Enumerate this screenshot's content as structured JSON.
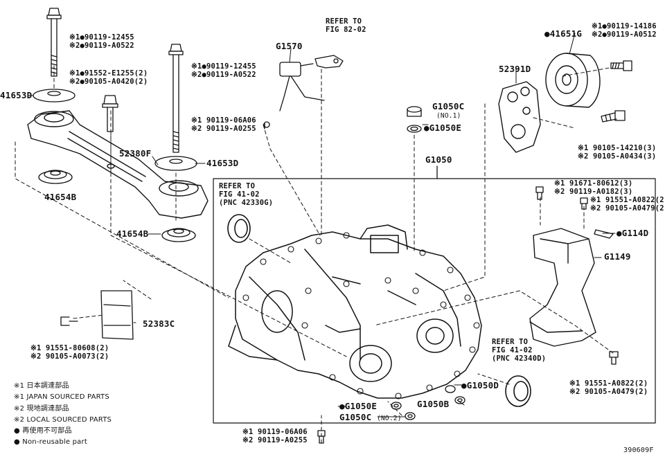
{
  "refs": {
    "r82": [
      "REFER TO",
      "FIG 82-02"
    ],
    "r41a": [
      "REFER TO",
      "FIG 41-02",
      "(PNC 42330G)"
    ],
    "r41b": [
      "REFER TO",
      "FIG 41-02",
      "(PNC 42340D)"
    ]
  },
  "bolts": {
    "b1": [
      "※1●90119-12455",
      "※2●90119-A0522"
    ],
    "b2": [
      "※1●91552-E1255(2)",
      "※2●90105-A0420(2)"
    ],
    "b3": [
      "※1●90119-12455",
      "※2●90119-A0522"
    ],
    "b4": [
      "※1 90119-06A06",
      "※2 90119-A0255"
    ],
    "b5": [
      "※1●90119-14186",
      "※2●90119-A0512"
    ],
    "b6": [
      "※1 90105-14210(3)",
      "※2 90105-A0434(3)"
    ],
    "b7": [
      "※1 91671-80612(3)",
      "※2 90119-A0182(3)"
    ],
    "b8": [
      "※1 91551-A0822(2)",
      "※2 90105-A0479(2)"
    ],
    "b9": [
      "※1 91551-80608(2)",
      "※2 90105-A0073(2)"
    ],
    "b10": [
      "※1 91551-A0822(2)",
      "※2 90105-A0479(2)"
    ],
    "b11": [
      "※1 90119-06A06",
      "※2 90119-A0255"
    ]
  },
  "parts": {
    "p41653D_top": "41653D",
    "p41653D_mid": "41653D",
    "p41654B_left": "41654B",
    "p41654B_mid": "41654B",
    "p52380F": "52380F",
    "p52383C": "52383C",
    "pG1570": "G1570",
    "p52391D": "52391D",
    "p41651G": "41651G",
    "pG1050C": "G1050C",
    "pG1050C_note": "(NO.1)",
    "pG1050E": "G1050E",
    "pG1050": "G1050",
    "pG114D": "G114D",
    "pG1149": "G1149",
    "pG1050D": "G1050D",
    "pG1050E_b": "G1050E",
    "pG1050B": "G1050B",
    "pG1050C_b": "G1050C",
    "pG1050C_b_note": "(NO.2)"
  },
  "legend": [
    "※1 日本調達部品",
    "※1 JAPAN SOURCED PARTS",
    "※2 現地調達部品",
    "※2 LOCAL SOURCED PARTS",
    "● 再使用不可部品",
    "● Non-reusable part"
  ],
  "figure_id": "390609F"
}
